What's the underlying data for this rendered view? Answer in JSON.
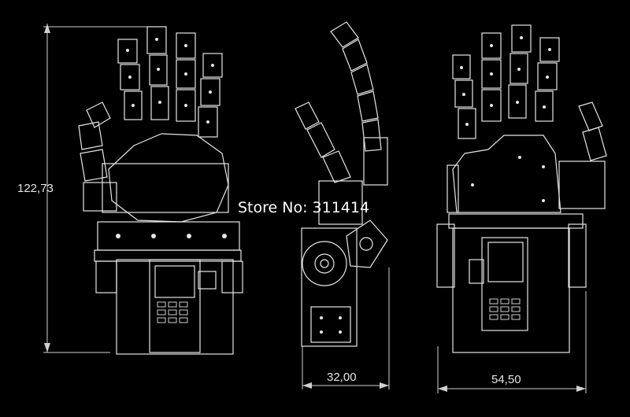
{
  "dimensions": {
    "height": "122,73",
    "side_width": "32,00",
    "back_width": "54,50"
  },
  "watermark": "Store No: 311414",
  "views": [
    "front-view",
    "side-view",
    "back-view"
  ]
}
